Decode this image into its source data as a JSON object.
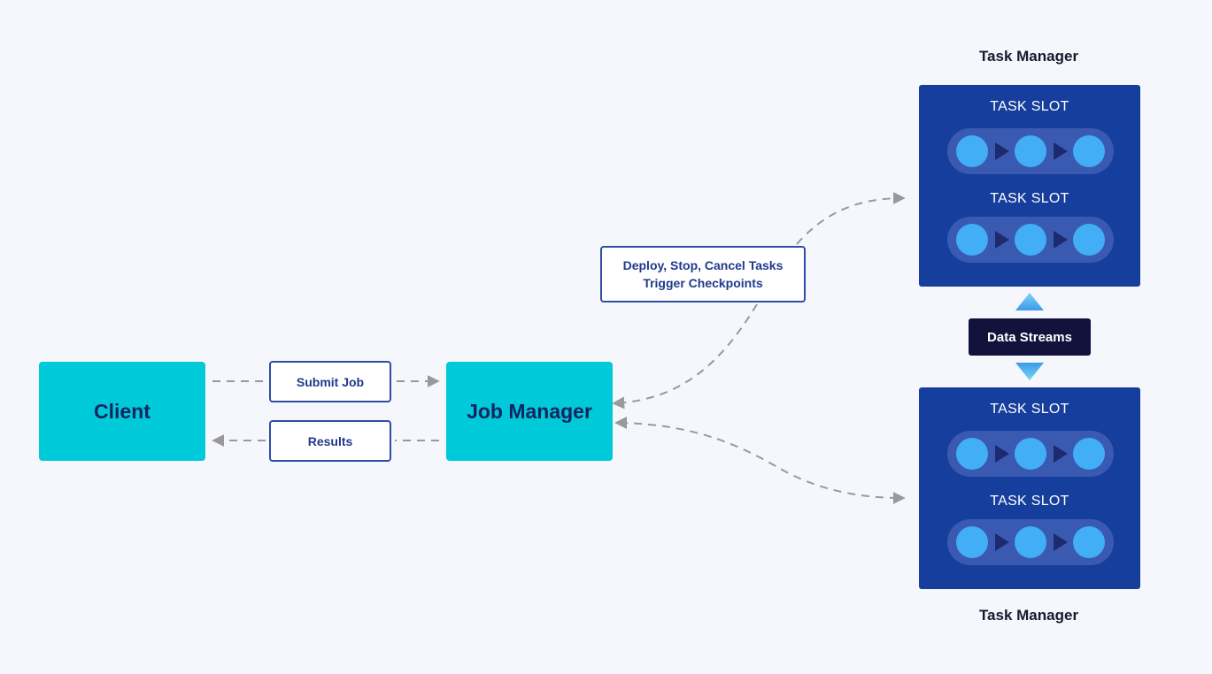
{
  "client": {
    "label": "Client"
  },
  "job_manager": {
    "label": "Job Manager"
  },
  "submit_job": {
    "label": "Submit Job"
  },
  "results": {
    "label": "Results"
  },
  "control": {
    "line1": "Deploy, Stop, Cancel Tasks",
    "line2": "Trigger Checkpoints"
  },
  "task_managers": [
    {
      "title": "Task Manager",
      "slots": [
        "TASK SLOT",
        "TASK SLOT"
      ]
    },
    {
      "title": "Task Manager",
      "slots": [
        "TASK SLOT",
        "TASK SLOT"
      ]
    }
  ],
  "data_streams": {
    "label": "Data Streams"
  },
  "colors": {
    "background": "#f5f7fd",
    "client_job_manager": "#00c9d9",
    "task_manager": "#163e9c",
    "slot_pill": "#3a5ab2",
    "task_node": "#41aef6",
    "data_streams": "#12123d",
    "arrow": "#999999"
  }
}
